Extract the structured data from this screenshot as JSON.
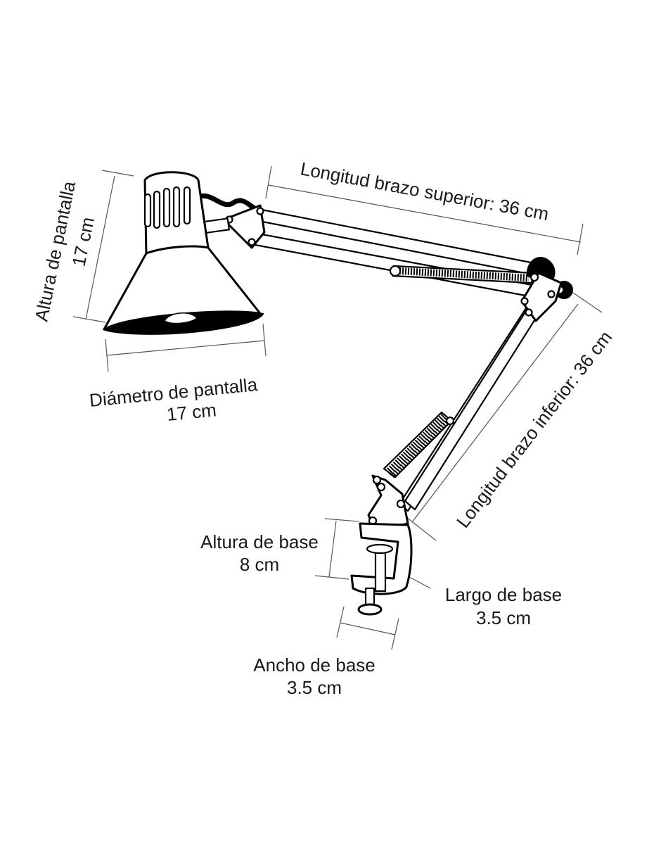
{
  "labels": {
    "upper_arm": "Longitud brazo superior: 36 cm",
    "lower_arm": "Longitud brazo inferior: 36 cm",
    "shade_height_title": "Altura de pantalla",
    "shade_height_value": "17 cm",
    "shade_diameter_title": "Diámetro de pantalla",
    "shade_diameter_value": "17 cm",
    "base_height_title": "Altura de base",
    "base_height_value": "8 cm",
    "base_length_title": "Largo de base",
    "base_length_value": "3.5 cm",
    "base_width_title": "Ancho de base",
    "base_width_value": "3.5 cm"
  },
  "colors": {
    "ink": "#000000",
    "text": "#1a1a1a",
    "dimension_line": "#555555",
    "background": "#ffffff"
  }
}
